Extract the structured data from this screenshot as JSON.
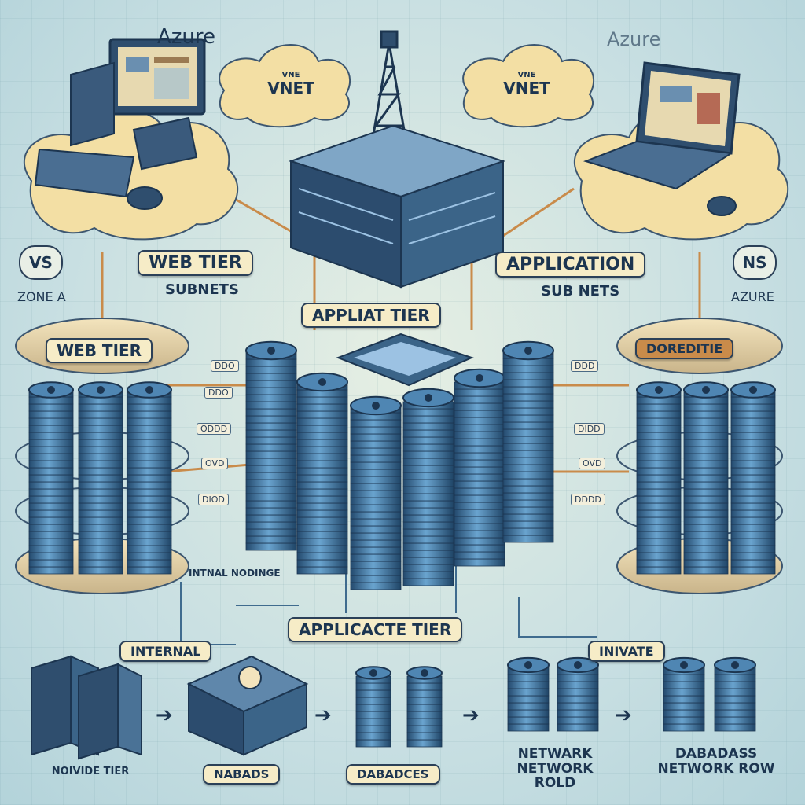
{
  "clouds": {
    "left_vnet": "VNET",
    "left_vnet_prefix": "VNE",
    "right_vnet": "VNET",
    "right_vnet_prefix": "VNE"
  },
  "corner_labels": {
    "top_left": "Azure",
    "top_right": "Azure"
  },
  "pills": {
    "left": "VS",
    "right": "NS"
  },
  "side_labels": {
    "left": "ZONE A",
    "right": "AZURE"
  },
  "tier_labels": {
    "web_tier_subnets_title": "WEB TIER",
    "web_tier_subnets_sub": "SUBNETS",
    "application_subnets_title": "APPLICATION",
    "application_subnets_sub": "SUB NETS",
    "center_app_tier": "APPLIAT TIER",
    "left_stack_title": "WEB TIER",
    "right_stack_title": "DOREDITIE",
    "internal_network": "INTNAL NODINGE",
    "bottom_app_tier": "APPLICACTE TIER"
  },
  "small_tags": [
    "DDO",
    "DDO",
    "ODDD",
    "OVD",
    "DIOD",
    "DDD",
    "DIDD",
    "OVD",
    "DDDD"
  ],
  "bottom_flow": {
    "internal": "INTERNAL",
    "private": "INIVATE",
    "nodes": [
      {
        "label": "NOIVIDE TIER"
      },
      {
        "label": "NABADS"
      },
      {
        "label": "DABADCES"
      },
      {
        "label": "NETWARK NETWORK ROLD"
      },
      {
        "label": "DABADASS NETWORK ROW"
      }
    ]
  },
  "colors": {
    "ink": "#1c3550",
    "cloud": "#f3dfa4",
    "disk": "#3b6f9c",
    "label_bg": "#f6ecc7",
    "connector": "#c98b4a"
  },
  "icons": [
    "desktop-computer-icon",
    "laptop-icon",
    "antenna-tower-icon",
    "server-icon",
    "database-icon",
    "arrow-right-icon"
  ]
}
